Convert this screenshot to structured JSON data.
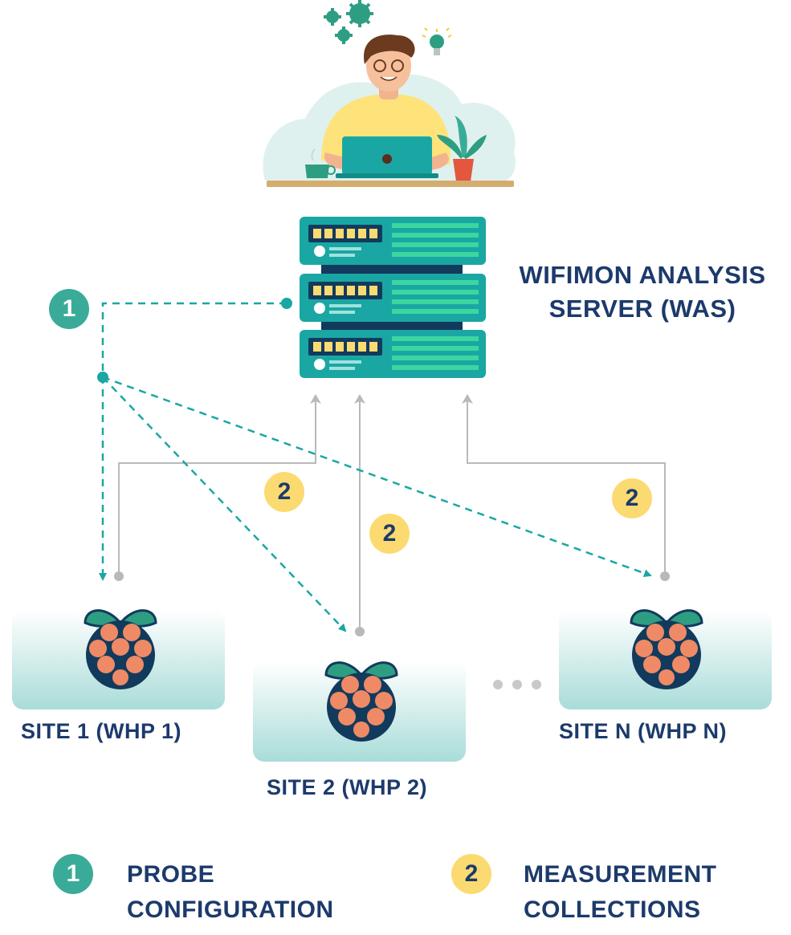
{
  "server": {
    "title_line1": "WIFIMON  ANALYSIS",
    "title_line2": "SERVER (WAS)"
  },
  "sites": [
    {
      "label": "SITE 1 (WHP 1)"
    },
    {
      "label": "SITE 2 (WHP 2)"
    },
    {
      "label": "SITE N (WHP N)"
    }
  ],
  "badges": {
    "probe": "1",
    "measurement": "2"
  },
  "legend": {
    "probe_line1": "PROBE",
    "probe_line2": "CONFIGURATION",
    "measure_line1": "MEASUREMENT",
    "measure_line2": "COLLECTIONS"
  },
  "colors": {
    "teal": "#3aab99",
    "yellow": "#fbdb71",
    "navy": "#1c3a6b",
    "server": "#1aa7a3",
    "grey_line": "#b9b9b9",
    "berry": "#ef8a66",
    "leaf": "#2e9e82"
  }
}
